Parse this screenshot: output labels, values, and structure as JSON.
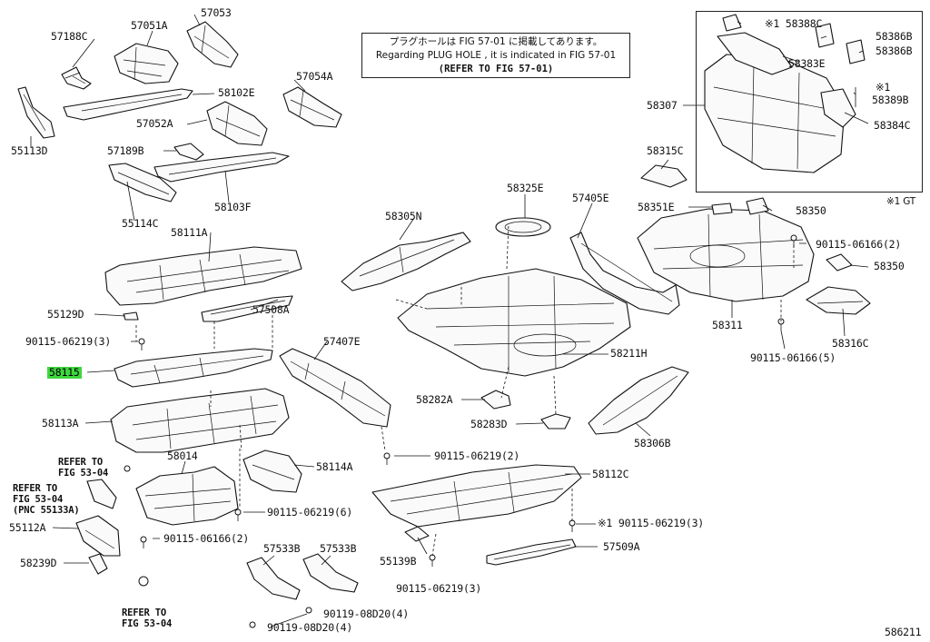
{
  "note": {
    "line1": "プラグホールは FIG 57-01 に掲載してあります。",
    "line2": "Regarding  PLUG  HOLE , it is indicated in  FIG  57-01",
    "line3": "(REFER TO FIG 57-01)"
  },
  "inset_footnote": "※1 GT",
  "diagram_number": "586211",
  "labels": {
    "p57188C": "57188C",
    "p57051A": "57051A",
    "p57053": "57053",
    "p58102E": "58102E",
    "p57054A": "57054A",
    "p55113D": "55113D",
    "p57052A": "57052A",
    "p57189B": "57189B",
    "p55114C": "55114C",
    "p58103F": "58103F",
    "p58111A": "58111A",
    "p55129D": "55129D",
    "p57508A": "57508A",
    "p90115_06219_3a": "90115-06219(3)",
    "p58115": "58115",
    "p57407E": "57407E",
    "p58113A": "58113A",
    "p90115_06219_2": "90115-06219(2)",
    "p58014": "58014",
    "p58114A": "58114A",
    "p90115_06219_6": "90115-06219(6)",
    "p90115_06166_2b": "90115-06166(2)",
    "p55112A": "55112A",
    "p58239D": "58239D",
    "p57533B_1": "57533B",
    "p57533B_2": "57533B",
    "p90119_08D20_4a": "90119-08D20(4)",
    "p90119_08D20_4b": "90119-08D20(4)",
    "p58305N": "58305N",
    "p58325E": "58325E",
    "p57405E": "57405E",
    "p58211H": "58211H",
    "p58282A": "58282A",
    "p58283D": "58283D",
    "p58306B": "58306B",
    "p58112C": "58112C",
    "p90115_06219_3b": "※1 90115-06219(3)",
    "p55139B": "55139B",
    "p57509A": "57509A",
    "p90115_06219_3c": "90115-06219(3)",
    "p58315C": "58315C",
    "p58351E": "58351E",
    "p58350a": "58350",
    "p90115_06166_2a": "90115-06166(2)",
    "p58350b": "58350",
    "p58311": "58311",
    "p58316C": "58316C",
    "p90115_06166_5": "90115-06166(5)",
    "p58388C": "※1 58388C",
    "p58386B_1": "58386B",
    "p58386B_2": "58386B",
    "p58383E": "58383E",
    "p58307": "58307",
    "p58389B_mark": "※1",
    "p58389B": "58389B",
    "p58384C": "58384C"
  },
  "refs": {
    "r1": [
      "REFER TO",
      "FIG 53-04"
    ],
    "r2": [
      "REFER TO",
      "FIG 53-04",
      "(PNC 55133A)"
    ],
    "r3": [
      "REFER TO",
      "FIG 53-04"
    ]
  },
  "highlight_color": "#3fd63f"
}
